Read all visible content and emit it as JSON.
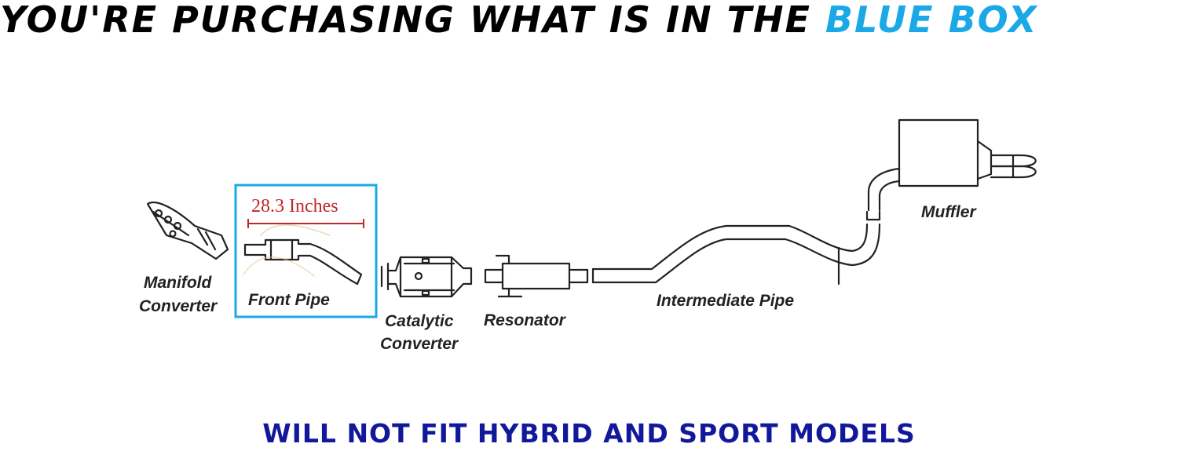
{
  "headline": {
    "prefix": "YOU'RE PURCHASING WHAT IS IN THE ",
    "highlight": "BLUE BOX"
  },
  "labels": {
    "manifold_line1": "Manifold",
    "manifold_line2": "Converter",
    "front_pipe": "Front Pipe",
    "catalytic_line1": "Catalytic",
    "catalytic_line2": "Converter",
    "resonator": "Resonator",
    "intermediate_pipe": "Intermediate Pipe",
    "muffler": "Muffler"
  },
  "measurement": "28.3 Inches",
  "footer": "WILL NOT FIT HYBRID AND SPORT MODELS",
  "colors": {
    "highlight_blue": "#1aa9e6",
    "dimension_red": "#c0262a",
    "footer_navy": "#12189a"
  }
}
